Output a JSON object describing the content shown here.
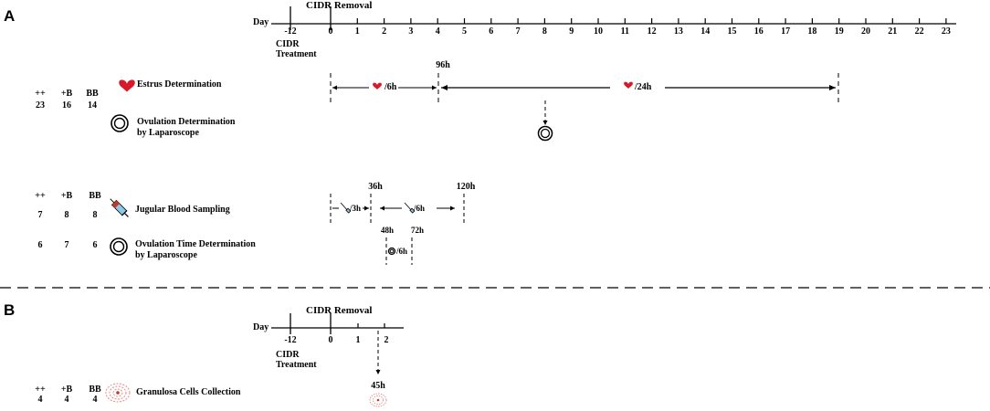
{
  "panels": {
    "a": "A",
    "b": "B"
  },
  "timeline_a": {
    "axis_label": "Day",
    "top_label": "CIDR Removal",
    "days": [
      "-12",
      "0",
      "1",
      "2",
      "3",
      "4",
      "5",
      "6",
      "7",
      "8",
      "9",
      "10",
      "11",
      "12",
      "13",
      "14",
      "15",
      "16",
      "17",
      "18",
      "19",
      "20",
      "21",
      "22",
      "23"
    ],
    "cidr_treatment": [
      "CIDR",
      "Treatment"
    ]
  },
  "estrus_section": {
    "groups": [
      "++",
      "+B",
      "BB"
    ],
    "counts": [
      "23",
      "16",
      "14"
    ],
    "estrus_label": "Estrus Determination",
    "ovulation_label": [
      "Ovulation Determination",
      "by Laparoscope"
    ],
    "marker_96h": "96h",
    "freq_6h": "/6h",
    "freq_24h": "/24h"
  },
  "blood_section": {
    "groups": [
      "++",
      "+B",
      "BB"
    ],
    "blood_counts": [
      "7",
      "8",
      "8"
    ],
    "ovulation_counts": [
      "6",
      "7",
      "6"
    ],
    "blood_label": "Jugular Blood Sampling",
    "ovulation_label": [
      "Ovulation Time Determination",
      "by Laparoscope"
    ],
    "marker_36h": "36h",
    "marker_120h": "120h",
    "marker_48h": "48h",
    "marker_72h": "72h",
    "freq_3h": "/3h",
    "freq_6h": "/6h",
    "freq_6h_laparo": "/6h"
  },
  "timeline_b": {
    "axis_label": "Day",
    "top_label": "CIDR Removal",
    "days": [
      "-12",
      "0",
      "1",
      "2"
    ],
    "cidr_treatment": [
      "CIDR",
      "Treatment"
    ]
  },
  "granulosa_section": {
    "groups": [
      "++",
      "+B",
      "BB"
    ],
    "counts": [
      "4",
      "4",
      "4"
    ],
    "label": "Granulosa Cells Collection",
    "marker_45h": "45h"
  },
  "colors": {
    "heart": "#d7192a",
    "syringe_body": "#8bc9e6",
    "syringe_needle": "#c0392b",
    "cells": "#e58a86",
    "line": "#000000"
  },
  "icons": [
    "heart-icon",
    "ovary-ring-icon",
    "syringe-icon",
    "granulosa-cells-icon"
  ]
}
